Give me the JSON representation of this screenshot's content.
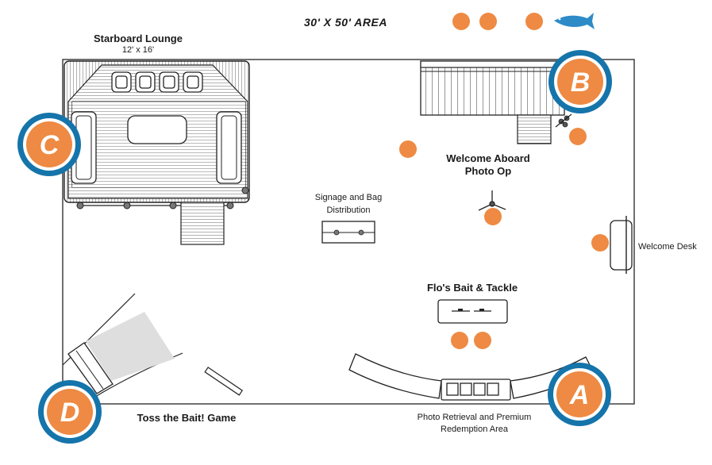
{
  "title": "30' X 50' AREA",
  "colors": {
    "guest": "#ee8a43",
    "badge_ring": "#1574aa",
    "badge_fill": "#ee8a43",
    "fish": "#2d8bc8",
    "lines": "#333333",
    "game_zone": "#dedede"
  },
  "areas": {
    "starboard_lounge": {
      "name": "Starboard Lounge",
      "size": "12' x  16'"
    },
    "welcome_photo": {
      "line1": "Welcome Aboard",
      "line2": "Photo Op"
    },
    "signage": {
      "line1": "Signage and Bag",
      "line2": "Distribution"
    },
    "welcome_desk": {
      "name": "Welcome Desk"
    },
    "bait_tackle": {
      "name": "Flo's Bait & Tackle"
    },
    "toss_game": {
      "name": "Toss the Bait! Game"
    },
    "photo_retrieval": {
      "line1": "Photo Retrieval and Premium",
      "line2": "Redemption Area"
    }
  },
  "badges": [
    "A",
    "B",
    "C",
    "D"
  ],
  "legend_icons": [
    "guest-dot-icon",
    "guest-dot-icon",
    "guest-dot-icon",
    "fish-icon"
  ]
}
